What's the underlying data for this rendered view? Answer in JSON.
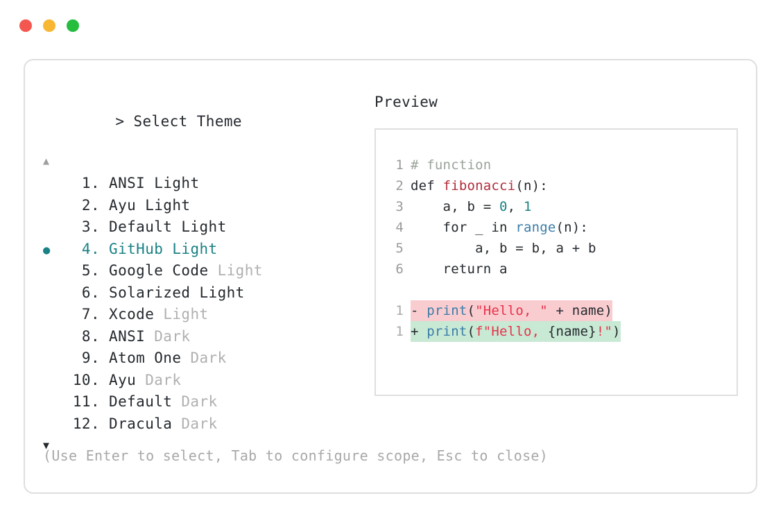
{
  "window": {
    "dots": [
      {
        "name": "close-dot",
        "color": "#f4574f"
      },
      {
        "name": "minimize-dot",
        "color": "#f7b733"
      },
      {
        "name": "maximize-dot",
        "color": "#24bd3d"
      }
    ]
  },
  "picker": {
    "prompt_caret": ">",
    "title": "Select Theme",
    "scroll_up": "▲",
    "scroll_down": "▼",
    "selected_index": 4,
    "bullet": "●",
    "items": [
      {
        "index": "1.",
        "name": "ANSI",
        "variant": "Light",
        "variant_dim": false,
        "selected": false
      },
      {
        "index": "2.",
        "name": "Ayu",
        "variant": "Light",
        "variant_dim": false,
        "selected": false
      },
      {
        "index": "3.",
        "name": "Default",
        "variant": "Light",
        "variant_dim": false,
        "selected": false
      },
      {
        "index": "4.",
        "name": "GitHub",
        "variant": "Light",
        "variant_dim": false,
        "selected": true
      },
      {
        "index": "5.",
        "name": "Google Code",
        "variant": "Light",
        "variant_dim": true,
        "selected": false
      },
      {
        "index": "6.",
        "name": "Solarized",
        "variant": "Light",
        "variant_dim": false,
        "selected": false
      },
      {
        "index": "7.",
        "name": "Xcode",
        "variant": "Light",
        "variant_dim": true,
        "selected": false
      },
      {
        "index": "8.",
        "name": "ANSI",
        "variant": "Dark",
        "variant_dim": true,
        "selected": false
      },
      {
        "index": "9.",
        "name": "Atom One",
        "variant": "Dark",
        "variant_dim": true,
        "selected": false
      },
      {
        "index": "10.",
        "name": "Ayu",
        "variant": "Dark",
        "variant_dim": true,
        "selected": false
      },
      {
        "index": "11.",
        "name": "Default",
        "variant": "Dark",
        "variant_dim": true,
        "selected": false
      },
      {
        "index": "12.",
        "name": "Dracula",
        "variant": "Dark",
        "variant_dim": true,
        "selected": false
      }
    ],
    "hint": "(Use Enter to select, Tab to configure scope, Esc to close)"
  },
  "preview": {
    "label": "Preview",
    "code_lines": [
      {
        "ln": "1",
        "tokens": [
          {
            "t": "# function",
            "c": "tok-comment"
          }
        ]
      },
      {
        "ln": "2",
        "tokens": [
          {
            "t": "def ",
            "c": "tok-kw"
          },
          {
            "t": "fibonacci",
            "c": "tok-fn"
          },
          {
            "t": "(n):",
            "c": "tok-punct"
          }
        ]
      },
      {
        "ln": "3",
        "tokens": [
          {
            "t": "    a, b = ",
            "c": "tok-plain"
          },
          {
            "t": "0",
            "c": "tok-num"
          },
          {
            "t": ", ",
            "c": "tok-plain"
          },
          {
            "t": "1",
            "c": "tok-num"
          }
        ]
      },
      {
        "ln": "4",
        "tokens": [
          {
            "t": "    for _ in ",
            "c": "tok-plain"
          },
          {
            "t": "range",
            "c": "tok-builtin"
          },
          {
            "t": "(n):",
            "c": "tok-punct"
          }
        ]
      },
      {
        "ln": "5",
        "tokens": [
          {
            "t": "        a, b = b, a + b",
            "c": "tok-plain"
          }
        ]
      },
      {
        "ln": "6",
        "tokens": [
          {
            "t": "    return a",
            "c": "tok-plain"
          }
        ]
      }
    ],
    "diff_lines": [
      {
        "ln": "1",
        "kind": "del",
        "sign": "- ",
        "tokens": [
          {
            "t": "print",
            "c": "tok-builtin"
          },
          {
            "t": "(",
            "c": "tok-punct"
          },
          {
            "t": "\"Hello, \"",
            "c": "tok-str"
          },
          {
            "t": " + name)",
            "c": "tok-plain"
          }
        ]
      },
      {
        "ln": "1",
        "kind": "add",
        "sign": "+ ",
        "tokens": [
          {
            "t": "print",
            "c": "tok-builtin"
          },
          {
            "t": "(",
            "c": "tok-punct"
          },
          {
            "t": "f\"Hello, ",
            "c": "tok-str"
          },
          {
            "t": "{name}",
            "c": "tok-plain"
          },
          {
            "t": "!\"",
            "c": "tok-str"
          },
          {
            "t": ")",
            "c": "tok-punct"
          }
        ]
      }
    ]
  },
  "colors": {
    "accent_teal": "#1a8184",
    "diff_add_bg": "#c8e9d4",
    "diff_del_bg": "#f9ccd0",
    "border": "#dedede",
    "muted_text": "#b0b0b0"
  }
}
